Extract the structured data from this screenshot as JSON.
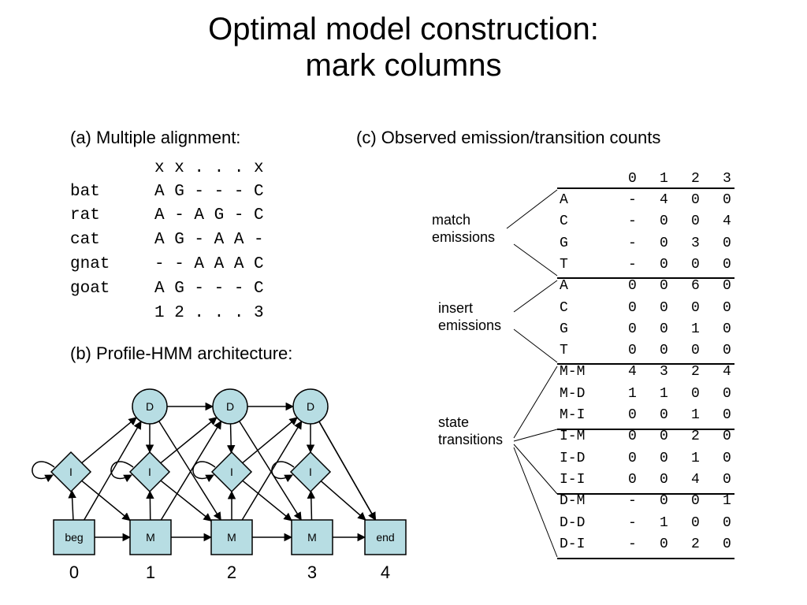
{
  "title": {
    "line1": "Optimal model construction:",
    "line2": "mark columns"
  },
  "alignment": {
    "label": "(a) Multiple alignment:",
    "header": "x x . . . x",
    "rows": [
      {
        "name": "bat",
        "seq": "A G - - - C"
      },
      {
        "name": "rat",
        "seq": "A - A G - C"
      },
      {
        "name": "cat",
        "seq": "A G - A A -"
      },
      {
        "name": "gnat",
        "seq": "- - A A A C"
      },
      {
        "name": "goat",
        "seq": "A G - - - C"
      }
    ],
    "footer": "1 2 . . . 3"
  },
  "architecture": {
    "label": "(b) Profile-HMM architecture:",
    "delete_label": "D",
    "insert_label": "I",
    "match_label": "M",
    "begin_label": "beg",
    "end_label": "end",
    "positions": [
      "0",
      "1",
      "2",
      "3",
      "4"
    ],
    "node_fill": "#b7dde3"
  },
  "counts": {
    "label": "(c) Observed emission/transition counts",
    "columns": [
      "0",
      "1",
      "2",
      "3"
    ],
    "groups": [
      {
        "label_line1": "match",
        "label_line2": "emissions",
        "rows": [
          {
            "name": "A",
            "values": [
              "-",
              "4",
              "0",
              "0"
            ]
          },
          {
            "name": "C",
            "values": [
              "-",
              "0",
              "0",
              "4"
            ]
          },
          {
            "name": "G",
            "values": [
              "-",
              "0",
              "3",
              "0"
            ]
          },
          {
            "name": "T",
            "values": [
              "-",
              "0",
              "0",
              "0"
            ]
          }
        ]
      },
      {
        "label_line1": "insert",
        "label_line2": "emissions",
        "rows": [
          {
            "name": "A",
            "values": [
              "0",
              "0",
              "6",
              "0"
            ]
          },
          {
            "name": "C",
            "values": [
              "0",
              "0",
              "0",
              "0"
            ]
          },
          {
            "name": "G",
            "values": [
              "0",
              "0",
              "1",
              "0"
            ]
          },
          {
            "name": "T",
            "values": [
              "0",
              "0",
              "0",
              "0"
            ]
          }
        ]
      },
      {
        "label_line1": "state",
        "label_line2": "transitions",
        "rows": [
          {
            "name": "M-M",
            "values": [
              "4",
              "3",
              "2",
              "4"
            ]
          },
          {
            "name": "M-D",
            "values": [
              "1",
              "1",
              "0",
              "0"
            ]
          },
          {
            "name": "M-I",
            "values": [
              "0",
              "0",
              "1",
              "0"
            ]
          },
          {
            "name": "I-M",
            "values": [
              "0",
              "0",
              "2",
              "0"
            ]
          },
          {
            "name": "I-D",
            "values": [
              "0",
              "0",
              "1",
              "0"
            ]
          },
          {
            "name": "I-I",
            "values": [
              "0",
              "0",
              "4",
              "0"
            ]
          },
          {
            "name": "D-M",
            "values": [
              "-",
              "0",
              "0",
              "1"
            ]
          },
          {
            "name": "D-D",
            "values": [
              "-",
              "1",
              "0",
              "0"
            ]
          },
          {
            "name": "D-I",
            "values": [
              "-",
              "0",
              "2",
              "0"
            ]
          }
        ]
      }
    ]
  }
}
